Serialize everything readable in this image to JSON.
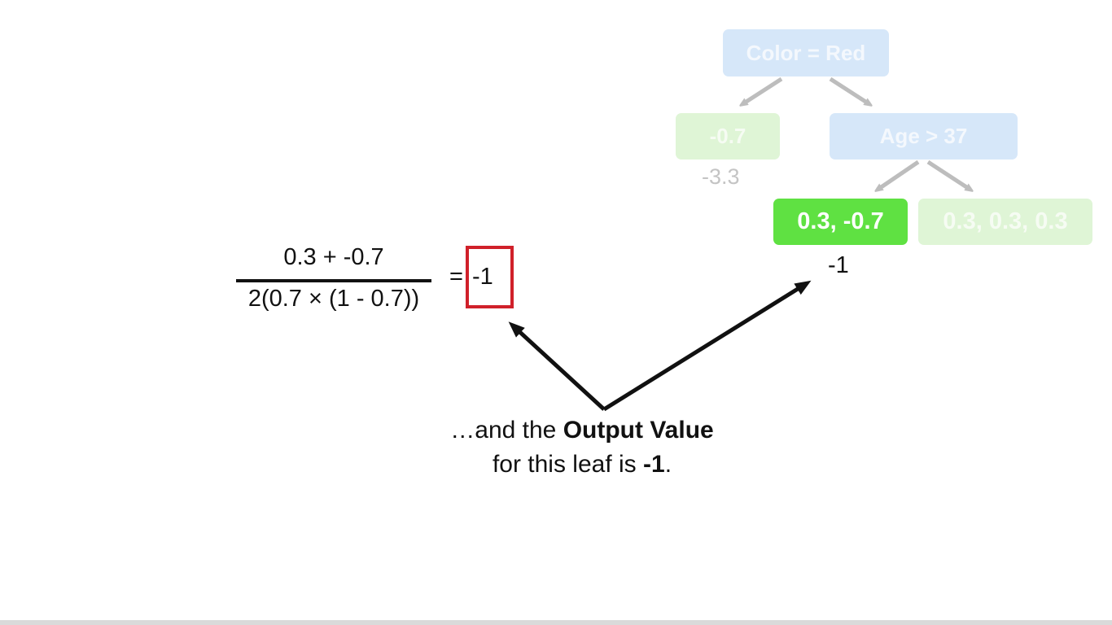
{
  "tree": {
    "root": {
      "label": "Color = Red",
      "color": "#d6e7f9"
    },
    "left_leaf": {
      "label": "-0.7",
      "output": "-3.3",
      "color": "#dff5d6"
    },
    "right_node": {
      "label": "Age > 37",
      "color": "#d6e7f9"
    },
    "highlighted_leaf": {
      "label": "0.3, -0.7",
      "output": "-1",
      "color": "#5fe142"
    },
    "far_right_leaf": {
      "label": "0.3, 0.3, 0.3",
      "color": "#dff5d6"
    }
  },
  "formula": {
    "numerator": "0.3 + -0.7",
    "denominator": "2(0.7 × (1 - 0.7))",
    "equals": "=",
    "result": "-1",
    "result_box_color": "#d0202a"
  },
  "caption": {
    "prefix": "…and the ",
    "term": "Output Value",
    "line2_prefix": "for this leaf is ",
    "value": "-1",
    "suffix": "."
  }
}
